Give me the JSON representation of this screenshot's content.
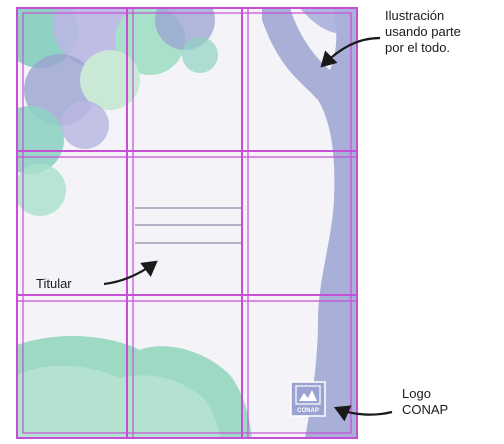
{
  "annotations": {
    "illustration": {
      "lines": [
        "Ilustración",
        "usando parte",
        "por el todo."
      ]
    },
    "title": {
      "label": "Titular"
    },
    "logo": {
      "lines": [
        "Logo",
        "CONAP"
      ]
    }
  },
  "cover": {
    "logo_text": "CONAP"
  },
  "colors": {
    "background": "#f4f3f8",
    "grid_lines": "#c64fd6",
    "tree_trunk": "#9aa3d1",
    "leaves_teal": "#8fd2c3",
    "leaves_lavender": "#b9b7e3",
    "hill_mint": "#9ed9c4",
    "title_lines": "#8f88a8",
    "arrow": "#1a1a1a"
  }
}
